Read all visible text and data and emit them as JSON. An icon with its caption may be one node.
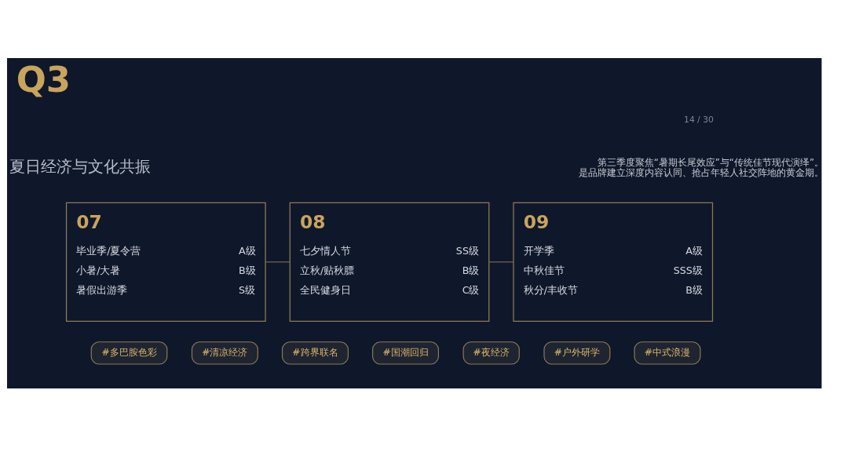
{
  "diagram": {
    "title": "Q3",
    "nodes": [
      {
        "text": [
          "07",
          "毕业季/夏令营",
          "A级",
          "小暑/大暑",
          "B级",
          "暑假出游季",
          "S级"
        ]
      },
      {
        "text": [
          "08",
          "七夕情人节",
          "SS级",
          "立秋/贴秋膘",
          "B级",
          "全民健身日",
          "C级"
        ]
      },
      {
        "text": [
          "09",
          "开学季",
          "A级",
          "中秋佳节",
          "SSS级",
          "秋分/丰收节",
          "B级"
        ]
      },
      {
        "text": [
          "#多巴胺色彩"
        ]
      },
      {
        "text": [
          "#清凉经济"
        ]
      },
      {
        "text": [
          "#跨界联名"
        ]
      },
      {
        "text": [
          "#国潮回归"
        ]
      },
      {
        "text": [
          "#夜经济"
        ]
      },
      {
        "text": [
          "#户外研学"
        ]
      },
      {
        "text": [
          "#中式浪漫"
        ]
      }
    ],
    "edges": [
      {
        "from": 0,
        "to": 1,
        "arrow": "none"
      },
      {
        "from": 1,
        "to": 2,
        "arrow": "none"
      }
    ],
    "labels": [
      "14 / 30",
      "夏日经济与文化共振",
      "第三季度聚焦“暑期长尾效应”与“传统佳节现代演绎”。是品牌建立深度内容认同、抢占年轻人社交阵地的黄金期。"
    ]
  }
}
